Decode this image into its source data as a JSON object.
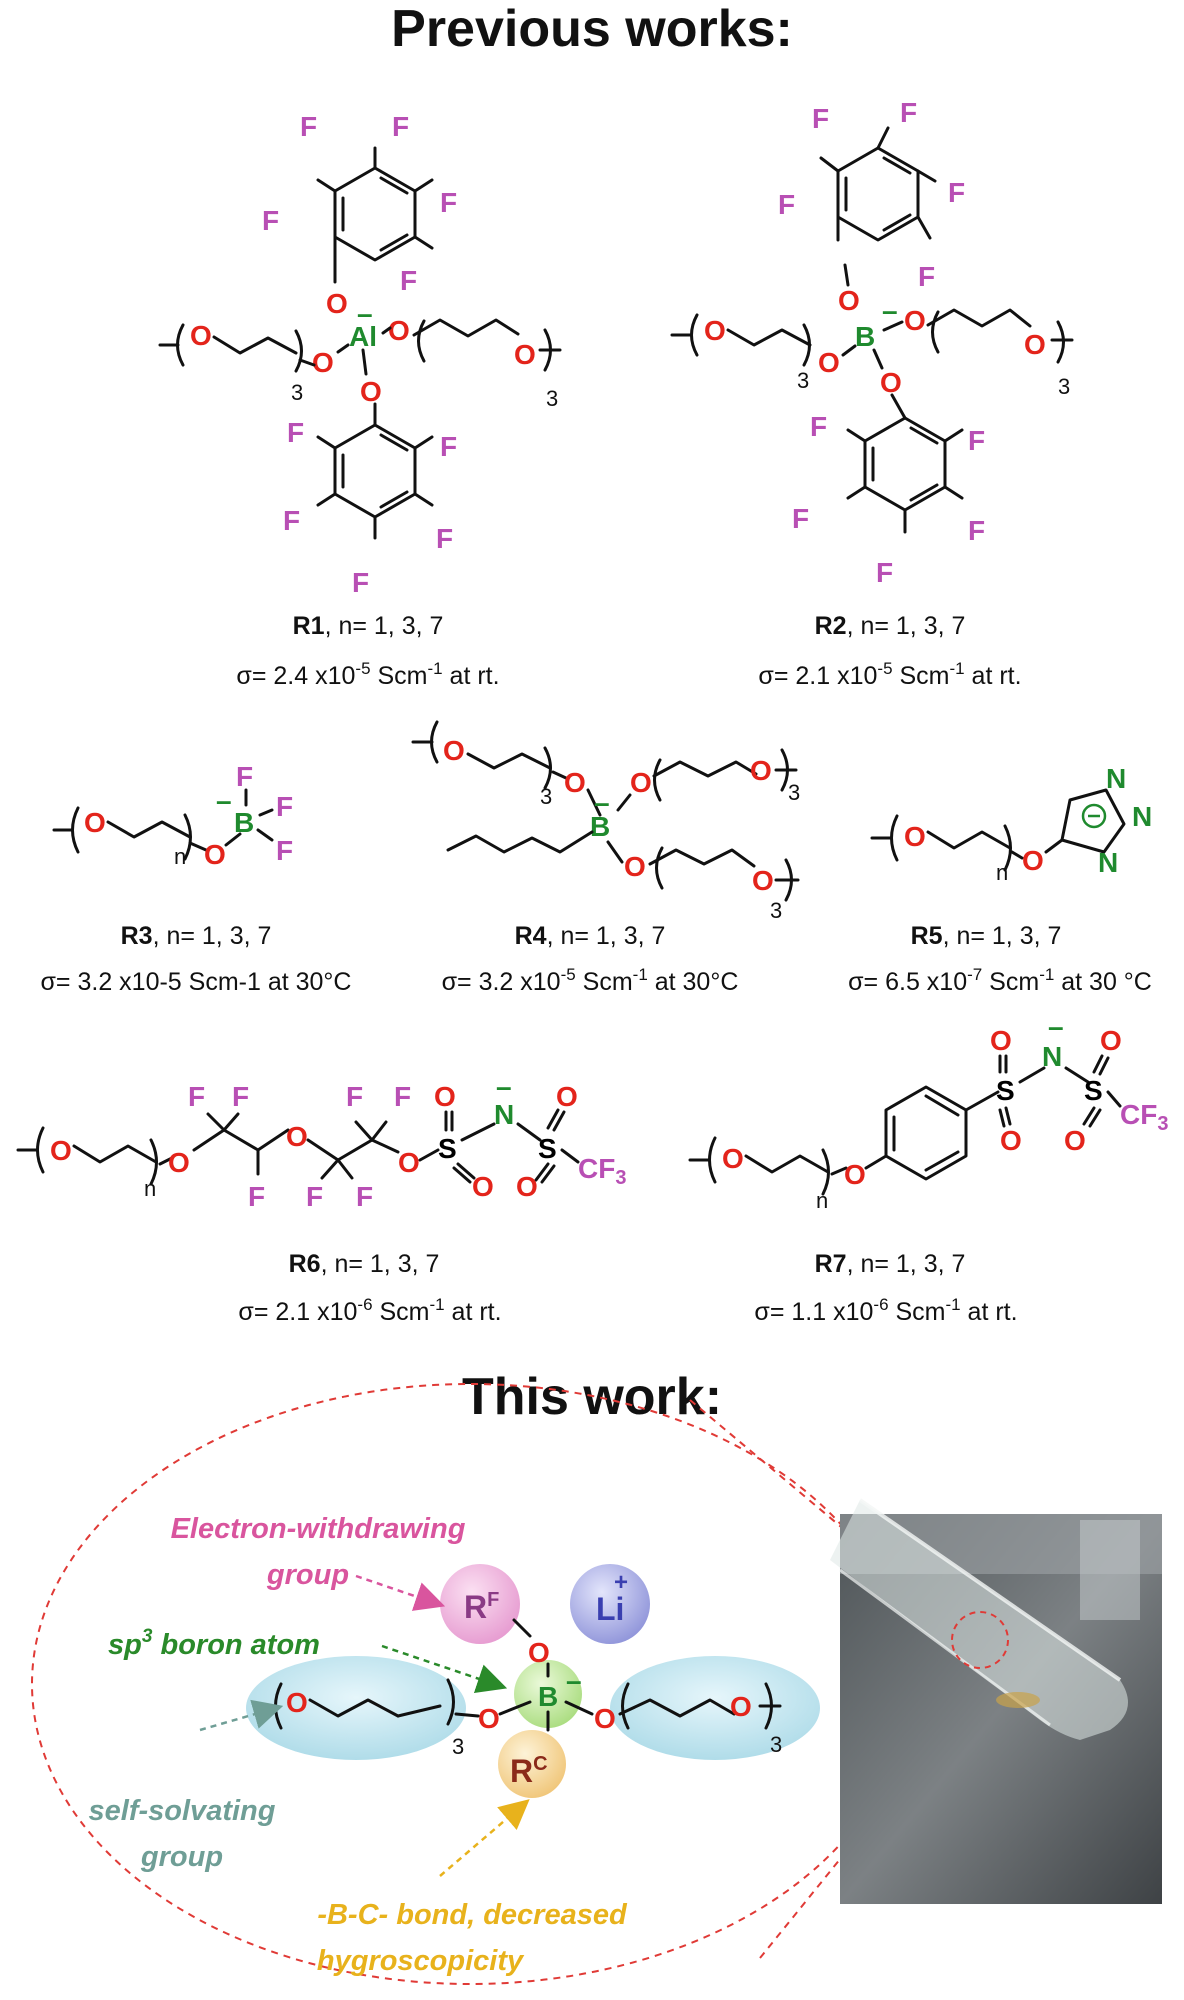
{
  "headings": {
    "previous": "Previous works:",
    "this": "This work:"
  },
  "compounds": [
    {
      "id": "R1",
      "rest": ", n= 1, 3, 7",
      "sigma": "σ= 2.4 x10",
      "exp": "-5",
      "unit": " Scm",
      "uexp": "-1",
      "cond": " at rt."
    },
    {
      "id": "R2",
      "rest": ", n= 1, 3, 7",
      "sigma": "σ=  2.1 x10",
      "exp": "-5",
      "unit": " Scm",
      "uexp": "-1",
      "cond": " at rt."
    },
    {
      "id": "R3",
      "rest": ", n= 1, 3, 7",
      "sigma": "σ= 3.2 x10-5 Scm-1 at 30°C"
    },
    {
      "id": "R4",
      "rest": ", n= 1, 3, 7",
      "sigma": "σ= 3.2 x10",
      "exp": "-5",
      "unit": " Scm",
      "uexp": "-1",
      "cond": " at 30°C"
    },
    {
      "id": "R5",
      "rest": ", n= 1, 3, 7",
      "sigma": "σ= 6.5 x10",
      "exp": "-7",
      "unit": " Scm",
      "uexp": "-1",
      "cond": " at 30 °C"
    },
    {
      "id": "R6",
      "rest": ", n= 1, 3, 7",
      "sigma": "σ=  2.1 x10",
      "exp": "-6",
      "unit": " Scm",
      "uexp": "-1",
      "cond": " at rt."
    },
    {
      "id": "R7",
      "rest": ", n= 1, 3, 7",
      "sigma": "σ= 1.1 x10",
      "exp": "-6",
      "unit": " Scm",
      "uexp": "-1",
      "cond": " at rt."
    }
  ],
  "atoms": {
    "O": "O",
    "F": "F",
    "Al": "Al",
    "B": "B",
    "N": "N",
    "S": "S",
    "CF3": "CF",
    "three": "3",
    "sub3": "3",
    "n": "n",
    "minus": "–",
    "plus": "+",
    "Li": "Li",
    "R": "R",
    "supF": "F",
    "supC": "C"
  },
  "annotations": {
    "ewg_line1": "Electron-withdrawing",
    "ewg_line2": "group",
    "sp3_pre": "sp",
    "sp3_sup": "3",
    "sp3_post": " boron atom",
    "ss_line1": "self-solvating",
    "ss_line2": "group",
    "bc_line1": "-B-C- bond, decreased",
    "bc_line2": "hygroscopicity"
  },
  "colors": {
    "oxygen": "#e3241b",
    "fluorine": "#b84fb4",
    "central": "#1f8a2e",
    "ewg": "#d9559e",
    "sp3": "#2a8a2a",
    "solvating": "#6f9e96",
    "bc": "#e8b21c",
    "dashed": "#e03a36",
    "li": "#3a3fb0"
  }
}
